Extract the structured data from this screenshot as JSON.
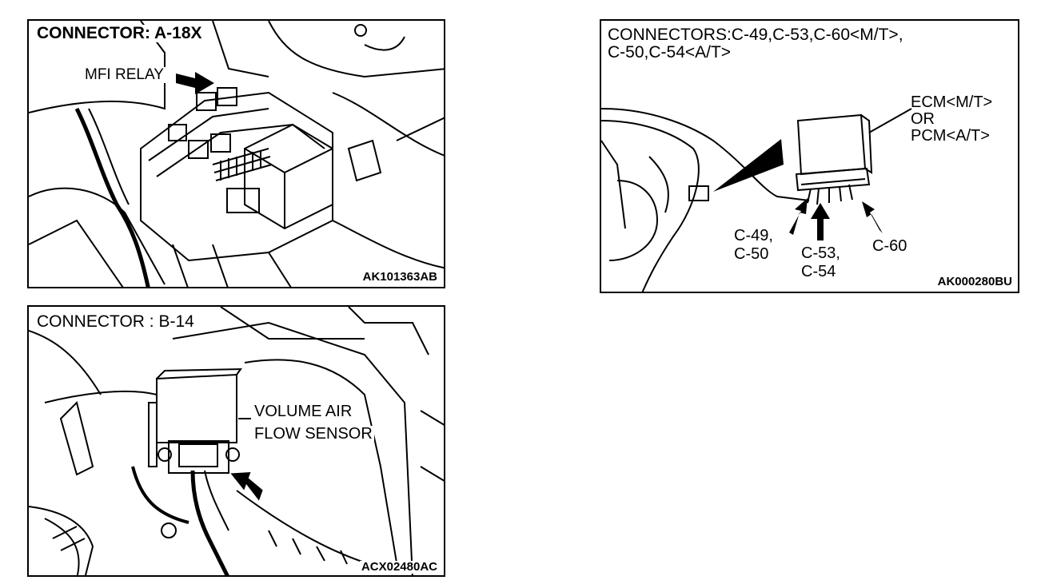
{
  "panels": [
    {
      "id": "a18x",
      "title": "CONNECTOR: A-18X",
      "callouts": [
        "MFI RELAY"
      ],
      "code": "AK101363AB"
    },
    {
      "id": "b14",
      "title": "CONNECTOR : B-14",
      "callouts": [
        "VOLUME AIR",
        "FLOW SENSOR"
      ],
      "code": "ACX02480AC"
    },
    {
      "id": "ecm",
      "title_lines": [
        "CONNECTORS:C-49,C-53,C-60<M/T>,",
        "C-50,C-54<A/T>"
      ],
      "ecm_lines": [
        "ECM<M/T>",
        "OR",
        "PCM<A/T>"
      ],
      "connectors": [
        {
          "lines": [
            "C-49,",
            "C-50"
          ]
        },
        {
          "lines": [
            "C-53,",
            "C-54"
          ]
        },
        {
          "lines": [
            "C-60"
          ]
        }
      ],
      "code": "AK000280BU"
    }
  ],
  "colors": {
    "ink": "#000000",
    "paper": "#ffffff"
  }
}
